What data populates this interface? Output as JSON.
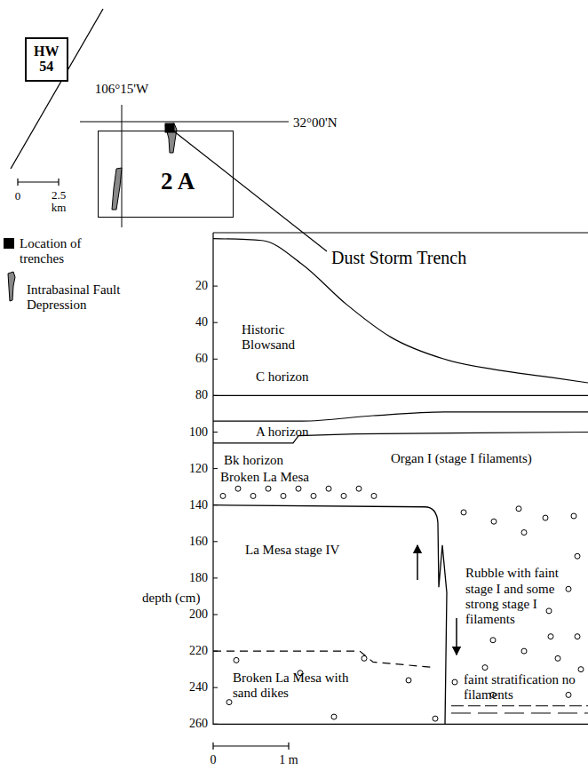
{
  "diagram": {
    "nodes": [
      {
        "text": [
          "HW 54"
        ]
      },
      {
        "text": [
          "2 A"
        ]
      }
    ],
    "labels": [
      "106°15'W",
      "32°00'N",
      "0",
      "2.5",
      "km",
      "Dust Storm Trench",
      "20",
      "40",
      "60",
      "80",
      "100",
      "120",
      "140",
      "160",
      "180",
      "200",
      "220",
      "240",
      "260",
      "Historic Blowsand",
      "C horizon",
      "A horizon",
      "Bk horizon",
      "Organ I (stage I filaments)",
      "Broken La Mesa",
      "La Mesa stage IV",
      "Rubble with faint stage I and some strong stage I filaments",
      "Broken La Mesa with sand dikes",
      "faint stratification no filaments",
      "depth (cm)",
      "0",
      "1 m"
    ],
    "legend": [
      {
        "text": "Location of trenches",
        "color": "#000000"
      },
      {
        "text": "Intrabasinal Fault Depression"
      }
    ]
  }
}
